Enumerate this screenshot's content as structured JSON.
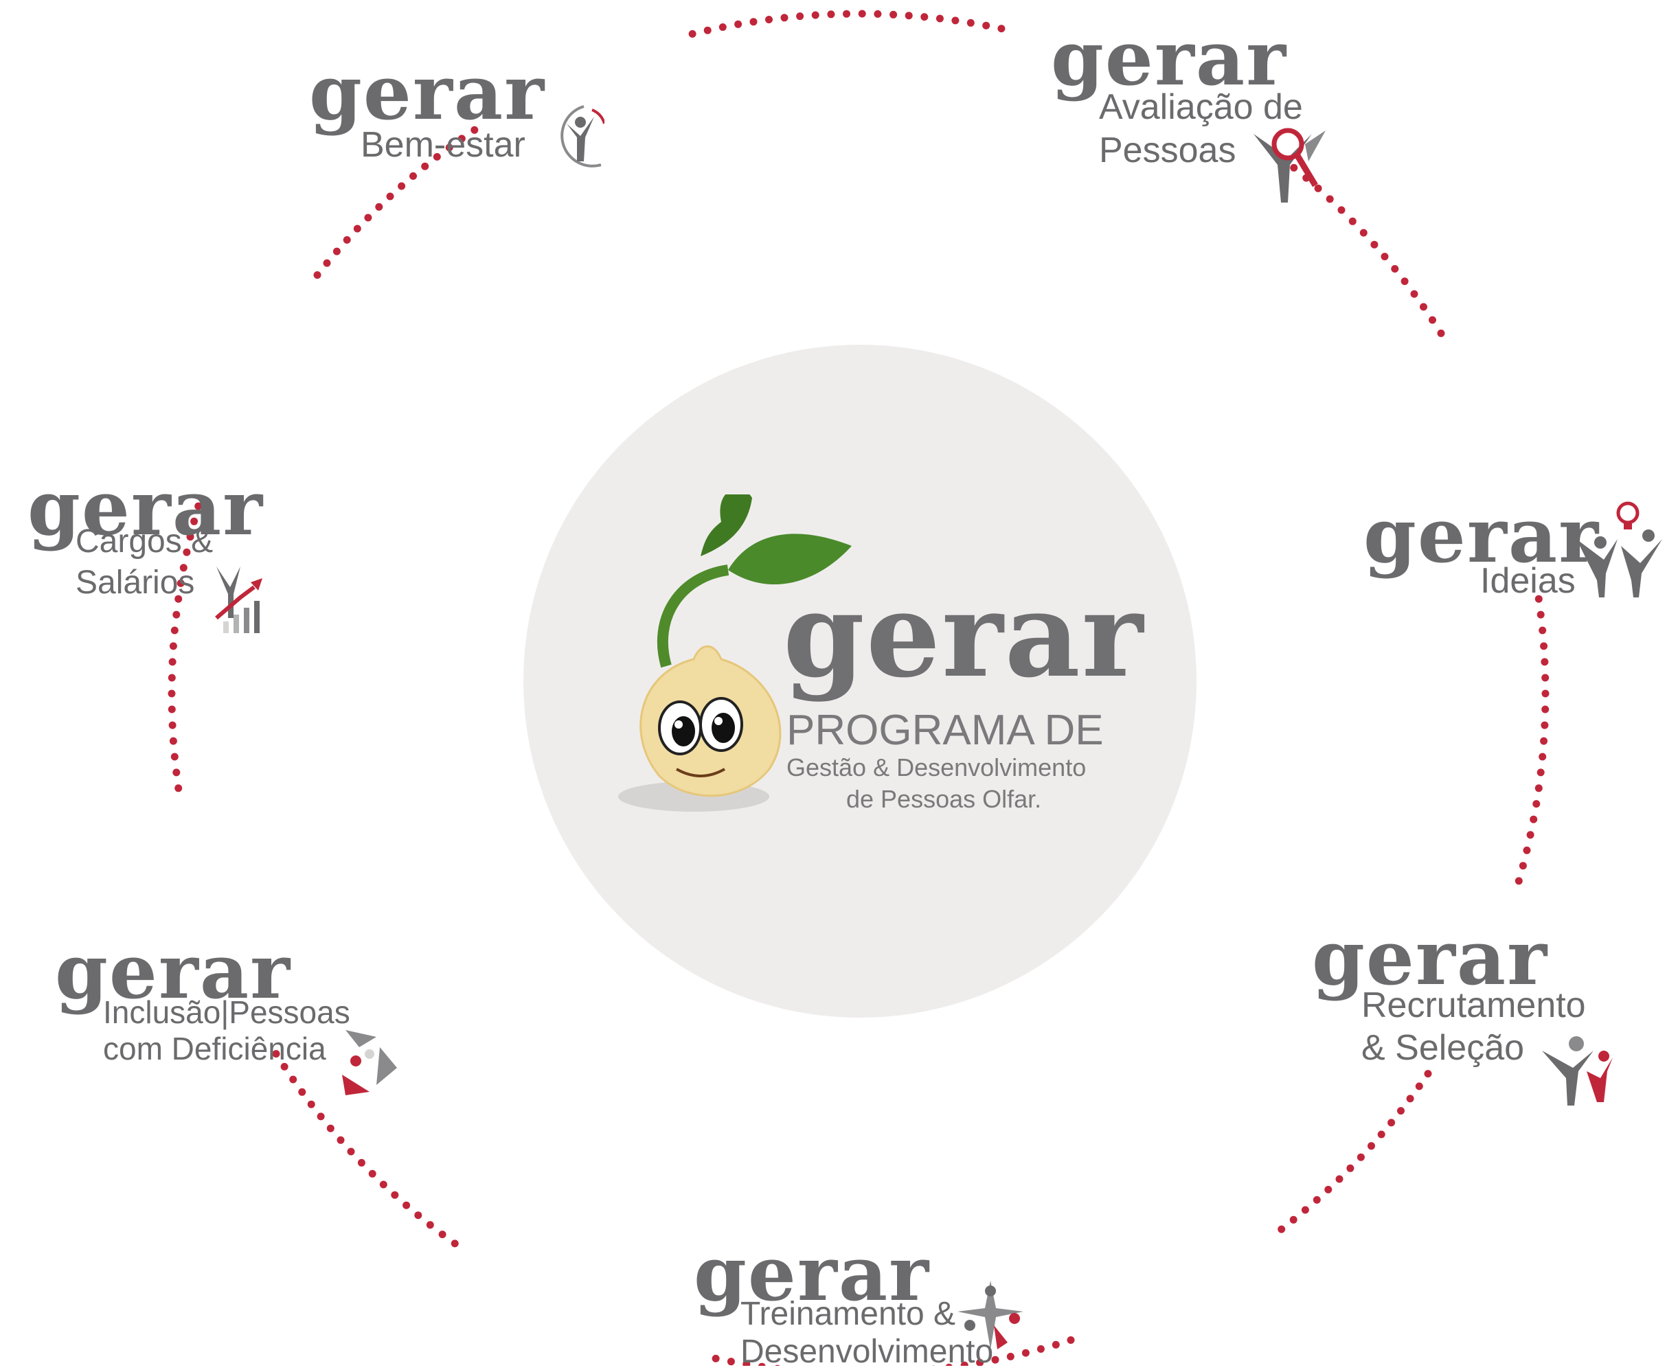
{
  "center": {
    "brand": "gerar",
    "line1": "PROGRAMA DE",
    "line2": "Gestão & Desenvolvimento",
    "line3": "de Pessoas Olfar."
  },
  "nodes": {
    "bem_estar": {
      "brand": "gerar",
      "label": "Bem-estar",
      "icon": "person-arc-icon"
    },
    "avaliacao": {
      "brand": "gerar",
      "label_1": "Avaliação de",
      "label_2": "Pessoas",
      "icon": "magnifier-person-icon"
    },
    "ideias": {
      "brand": "gerar",
      "label": "Ideias",
      "icon": "lightbulb-people-icon"
    },
    "recrutamento": {
      "brand": "gerar",
      "label_1": "Recrutamento",
      "label_2": "& Seleção",
      "icon": "two-people-icon"
    },
    "treinamento": {
      "brand": "gerar",
      "label_1": "Treinamento &",
      "label_2": "Desenvolvimento",
      "icon": "star-people-icon"
    },
    "inclusao": {
      "brand": "gerar",
      "label_1": "Inclusão|Pessoas",
      "label_2": "com Deficiência",
      "icon": "circle-arrows-icon"
    },
    "cargos": {
      "brand": "gerar",
      "label_1": "Cargos &",
      "label_2": "Salários",
      "icon": "growth-chart-icon"
    }
  },
  "colors": {
    "accent": "#c0263a",
    "text": "#6b6a6c",
    "circle": "#efedec",
    "leaf": "#4f8b2a"
  }
}
